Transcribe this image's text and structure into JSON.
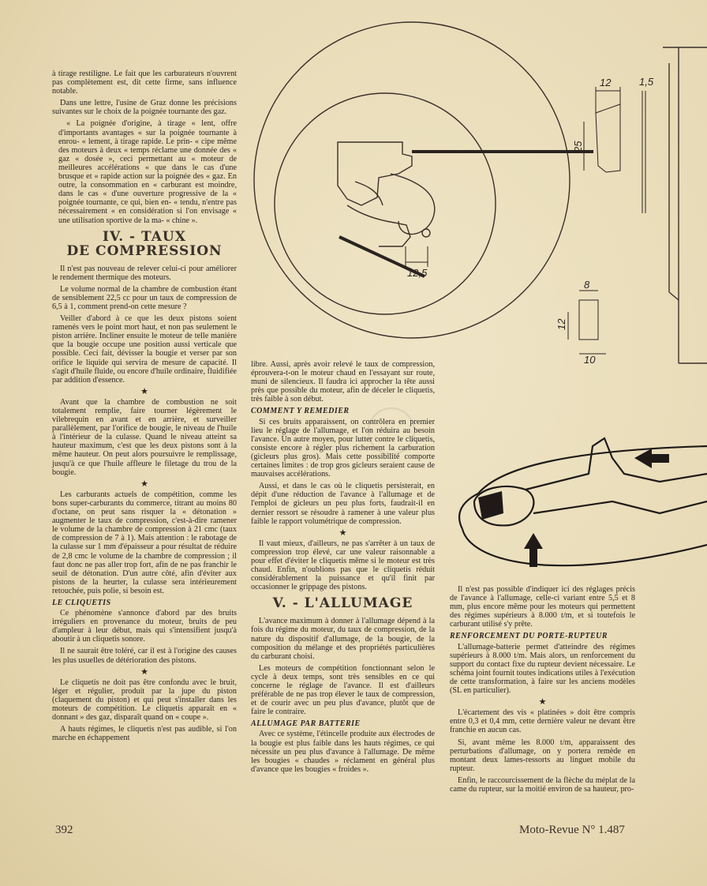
{
  "footer": {
    "page_number": "392",
    "magazine": "Moto-Revue N° 1.487"
  },
  "figure_top": {
    "dims": [
      "12",
      "1,5",
      "25",
      "12,5",
      "8",
      "12",
      "10"
    ]
  },
  "col1": {
    "p1": "à tirage restiligne. Le fait que les carburateurs n'ouvrent pas complètement est, dit cette firme, sans influence notable.",
    "p2": "Dans une lettre, l'usine de Graz donne les précisions suivantes sur le choix de la poignée tournante des gaz.",
    "p3": "« La poignée d'origine, à tirage « lent, offre d'importants avantages « sur la poignée tournante à enrou- « lement, à tirage rapide. Le prin- « cipe même des moteurs à deux « temps réclame une donnée des « gaz « dosée », ceci permettant au « moteur de meilleures accélérations « que dans le cas d'une brusque et « rapide action sur la poignée des « gaz. En outre, la consommation en « carburant est moindre, dans le cas « d'une ouverture progressive de la « poignée tournante, ce qui, bien en- « tendu, n'entre pas nécessairement « en considération si l'on envisage « une utilisation sportive de la ma- « chine ».",
    "title1": "IV. - TAUX",
    "title2": "DE COMPRESSION",
    "p4": "Il n'est pas nouveau de relever celui-ci pour améliorer le rendement thermique des moteurs.",
    "p5": "Le volume normal de la chambre de combustion étant de sensiblement 22,5 cc pour un taux de compression de 6,5 à 1, comment prend-on cette mesure ?",
    "p6": "Veiller d'abord à ce que les deux pistons soient ramenés vers le point mort haut, et non pas seulement le piston arrière. Incliner ensuite le moteur de telle manière que la bougie occupe une position aussi verticale que possible. Ceci fait, dévisser la bougie et verser par son orifice le liquide qui servira de mesure de capacité. Il s'agit d'huile fluide, ou encore d'huile ordinaire, fluidifiée par addition d'essence.",
    "star1": "★",
    "p7": "Avant que la chambre de combustion ne soit totalement remplie, faire tourner légèrement le vilebrequin en avant et en arrière, et surveiller parallèlement, par l'orifice de bougie, le niveau de l'huile à l'intérieur de la culasse. Quand le niveau atteint sa hauteur maximum, c'est que les deux pistons sont à la même hauteur. On peut alors poursuivre le remplissage, jusqu'à ce que l'huile affleure le filetage du trou de la bougie.",
    "star2": "★",
    "p8": "Les carburants actuels de compétition, comme les bons super-carburants du commerce, titrant au moins 80 d'octane, on peut sans risquer la « détonation » augmenter le taux de compression, c'est-à-dire ramener le volume de la chambre de compression à 21 cmc (taux de compression de 7 à 1). Mais attention : le rabotage de la culasse sur 1 mm d'épaisseur a pour résultat de réduire de 2,8 cmc le volume de la chambre de compression ; il faut donc ne pas aller trop fort, afin de ne pas franchir le seuil de détonation. D'un autre côté, afin d'éviter aux pistons de la heurter, la culasse sera intérieurement retouchée, puis polie, si besoin est.",
    "sub1": "LE CLIQUETIS",
    "p9": "Ce phénomène s'annonce d'abord par des bruits irréguliers en provenance du moteur, bruits de peu d'ampleur à leur début, mais qui s'intensifient jusqu'à aboutir à un cliquetis sonore.",
    "p10": "Il ne saurait être toléré, car il est à l'origine des causes les plus usuelles de détérioration des pistons.",
    "star3": "★",
    "p11": "Le cliquetis ne doit pas être confondu avec le bruit, léger et régulier, produit par la jupe du piston (claquement du piston) et qui peut s'installer dans les moteurs de compétition. Le cliquetis apparaît en « donnant » des gaz, disparaît quand on « coupe ».",
    "p12": "A hauts régimes, le cliquetis n'est pas audible, si l'on marche en échappement"
  },
  "col2": {
    "p1": "libre. Aussi, après avoir relevé le taux de compression, éprouvera-t-on le moteur chaud en l'essayant sur route, muni de silencieux. Il faudra ici approcher la tête aussi près que possible du moteur, afin de déceler le cliquetis, très faible à son début.",
    "sub1": "COMMENT Y REMEDIER",
    "p2": "Si ces bruits apparaissent, on contrôlera en premier lieu le réglage de l'allumage, et l'on réduira au besoin l'avance. Un autre moyen, pour lutter contre le cliquetis, consiste encore à régler plus richement la carburation (gicleurs plus gros). Mais cette possibilité comporte certaines limites : de trop gros gicleurs seraient cause de mauvaises accélérations.",
    "p3": "Aussi, et dans le cas où le cliquetis persisterait, en dépit d'une réduction de l'avance à l'allumage et de l'emploi de gicleurs un peu plus forts, faudrait-il en dernier ressort se résoudre à ramener à une valeur plus faible le rapport volumétrique de compression.",
    "star1": "★",
    "p4": "Il vaut mieux, d'ailleurs, ne pas s'arrêter à un taux de compression trop élevé, car une valeur raisonnable a pour effet d'éviter le cliquetis même si le moteur est très chaud. Enfin, n'oublions pas que le cliquetis réduit considérablement la puissance et qu'il finit par occasionner le grippage des pistons.",
    "title": "V. - L'ALLUMAGE",
    "p5": "L'avance maximum à donner à l'allumage dépend à la fois du régime du moteur, du taux de compression, de la nature du dispositif d'allumage, de la bougie, de la composition du mélange et des propriétés particulières du carburant choisi.",
    "p6": "Les moteurs de compétition fonctionnant selon le cycle à deux temps, sont très sensibles en ce qui concerne le réglage de l'avance. Il est d'ailleurs préférable de ne pas trop élever le taux de compression, et de courir avec un peu plus d'avance, plutôt que de faire le contraire.",
    "sub2": "ALLUMAGE PAR BATTERIE",
    "p7": "Avec ce système, l'étincelle produite aux électrodes de la bougie est plus faible dans les hauts régimes, ce qui nécessite un peu plus d'avance à l'allumage. De même les bougies « chaudes » réclament en général plus d'avance que les bougies « froides »."
  },
  "col3": {
    "p1": "Il n'est pas possible d'indiquer ici des réglages précis de l'avance à l'allumage, celle-ci variant entre 5,5 et 8 mm, plus encore même pour les moteurs qui permettent des régimes supérieurs à 8.000 t/m, et si toutefois le carburant utilisé s'y prête.",
    "sub1": "RENFORCEMENT DU PORTE-RUPTEUR",
    "p2": "L'allumage-batterie permet d'atteindre des régimes supérieurs à 8.000 t/m. Mais alors, un renforcement du support du contact fixe du rupteur devient nécessaire. Le schéma joint fournit toutes indications utiles à l'exécution de cette transformation, à faire sur les anciens modèles (SL en particulier).",
    "star1": "★",
    "p3": "L'écartement des vis « platinées » doit être compris entre 0,3 et 0,4 mm, cette dernière valeur ne devant être franchie en aucun cas.",
    "p4": "Si, avant même les 8.000 t/m, apparaissent des perturbations d'allumage, on y portera remède en montant deux lames-ressorts au linguet mobile du rupteur.",
    "p5": "Enfin, le raccourcissement de la flèche du méplat de la came du rupteur, sur la moitié environ de sa hauteur, pro-"
  }
}
